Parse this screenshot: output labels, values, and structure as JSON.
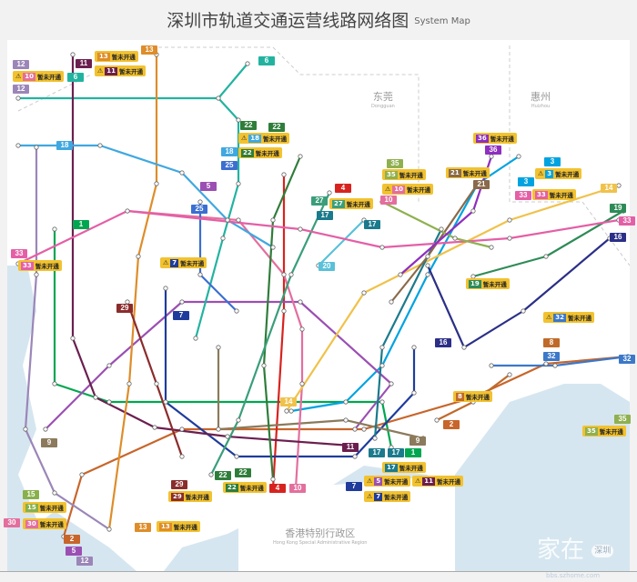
{
  "header": {
    "title": "深圳市轨道交通运营线路网络图",
    "subtitle": "System Map"
  },
  "regions": [
    {
      "zh": "东莞",
      "en": "Dongguan"
    },
    {
      "zh": "惠州",
      "en": "Huizhou"
    },
    {
      "zh": "香港特别行政区",
      "en": "Hong Kong Special Administrative Region"
    }
  ],
  "line_colors": {
    "1": "#00a650",
    "2": "#c8652a",
    "3": "#00a3e0",
    "4": "#d7231f",
    "5": "#9b4fb3",
    "6": "#22b3a0",
    "7": "#1f3c9c",
    "8": "#c06a2a",
    "9": "#8b7a5c",
    "10": "#e36f9e",
    "11": "#6b1f4f",
    "12": "#9b86b8",
    "13": "#de8d2a",
    "14": "#f0c24b",
    "15": "#88b04b",
    "16": "#2b2f87",
    "17": "#1b7a8c",
    "18": "#3fa8e0",
    "19": "#2e8b57",
    "20": "#59c1d8",
    "21": "#8a6a4a",
    "22": "#2f7d3a",
    "25": "#3b6fd1",
    "27": "#3a9e7a",
    "29": "#8b2c2c",
    "30": "#e36f9e",
    "32": "#3b78c8",
    "33": "#e45fa6",
    "35": "#8fb050",
    "36": "#8e2fbf"
  },
  "badges": [
    "11",
    "13",
    "6",
    "12",
    "6",
    "18",
    "18",
    "25",
    "25",
    "22",
    "22",
    "5",
    "36",
    "35",
    "21",
    "3",
    "3",
    "33",
    "33",
    "33",
    "14",
    "19",
    "16",
    "16",
    "27",
    "17",
    "17",
    "17",
    "17",
    "4",
    "4",
    "10",
    "10",
    "1",
    "1",
    "7",
    "7",
    "29",
    "29",
    "8",
    "32",
    "32",
    "2",
    "2",
    "9",
    "9",
    "15",
    "30",
    "11",
    "14",
    "13",
    "5",
    "12",
    "22",
    "22",
    "35",
    "20",
    "12"
  ],
  "notices": [
    {
      "line": "13",
      "text": "暂未开通",
      "warn": false
    },
    {
      "line": "11",
      "text": "暂未开通",
      "warn": true
    },
    {
      "line": "10",
      "text": "暂未开通",
      "warn": true
    },
    {
      "line": "36",
      "text": "暂未开通",
      "warn": false
    },
    {
      "line": "35",
      "text": "暂未开通",
      "warn": false
    },
    {
      "line": "10",
      "text": "暂未开通",
      "warn": true
    },
    {
      "line": "21",
      "text": "暂未开通",
      "warn": false
    },
    {
      "line": "3",
      "text": "暂未开通",
      "warn": true
    },
    {
      "line": "33",
      "text": "暂未开通",
      "warn": false
    },
    {
      "line": "18",
      "text": "暂未开通",
      "warn": true
    },
    {
      "line": "22",
      "text": "暂未开通",
      "warn": false
    },
    {
      "line": "27",
      "text": "暂未开通",
      "warn": false
    },
    {
      "line": "7",
      "text": "暂未开通",
      "warn": true
    },
    {
      "line": "33",
      "text": "暂未开通",
      "warn": false
    },
    {
      "line": "19",
      "text": "暂未开通",
      "warn": false
    },
    {
      "line": "32",
      "text": "暂未开通",
      "warn": true
    },
    {
      "line": "8",
      "text": "暂未开通",
      "warn": false
    },
    {
      "line": "17",
      "text": "暂未开通",
      "warn": false
    },
    {
      "line": "5",
      "text": "暂未开通",
      "warn": true
    },
    {
      "line": "11",
      "text": "暂未开通",
      "warn": true
    },
    {
      "line": "7",
      "text": "暂未开通",
      "warn": true
    },
    {
      "line": "22",
      "text": "暂未开通",
      "warn": false
    },
    {
      "line": "29",
      "text": "暂未开通",
      "warn": false
    },
    {
      "line": "15",
      "text": "暂未开通",
      "warn": false
    },
    {
      "line": "30",
      "text": "暂未开通",
      "warn": false
    },
    {
      "line": "13",
      "text": "暂未开通",
      "warn": false
    },
    {
      "line": "35",
      "text": "暂未开通",
      "warn": false
    }
  ],
  "watermark": {
    "text": "家在",
    "badge": "深圳",
    "url": "bbs.szhome.com"
  }
}
